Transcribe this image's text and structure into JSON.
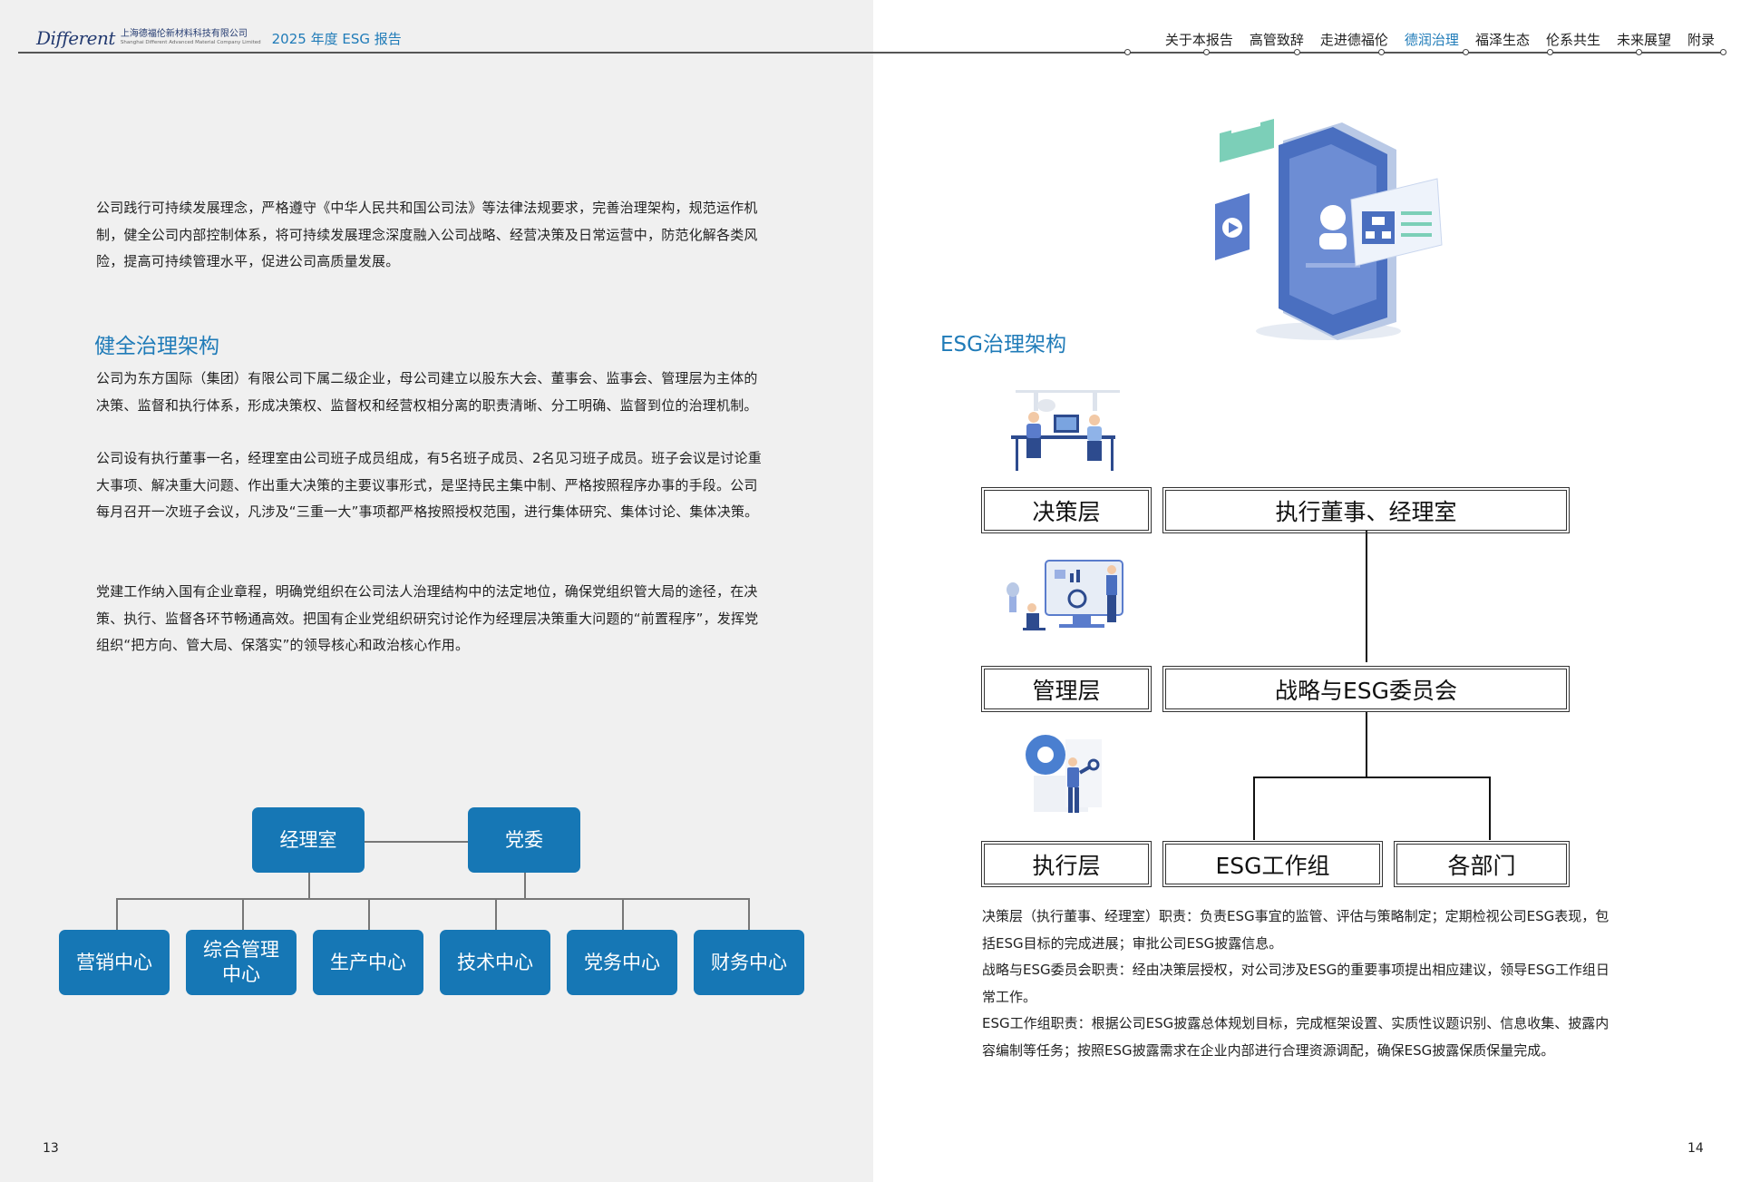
{
  "header": {
    "logo_mark": "Different",
    "company_cn": "上海德福伦新材料科技有限公司",
    "company_en": "Shanghai Different Advanced Material Company Limited",
    "report_title": "2025 年度 ESG 报告",
    "nav": [
      "关于本报告",
      "高管致辞",
      "走进德福伦",
      "德润治理",
      "福泽生态",
      "伦系共生",
      "未来展望",
      "附录"
    ],
    "active_nav": "德润治理"
  },
  "left": {
    "intro": "公司践行可持续发展理念，严格遵守《中华人民共和国公司法》等法律法规要求，完善治理架构，规范运作机制，健全公司内部控制体系，将可持续发展理念深度融入公司战略、经营决策及日常运营中，防范化解各类风险，提高可持续管理水平，促进公司高质量发展。",
    "section_title": "健全治理架构",
    "para1": "公司为东方国际（集团）有限公司下属二级企业，母公司建立以股东大会、董事会、监事会、管理层为主体的决策、监督和执行体系，形成决策权、监督权和经营权相分离的职责清晰、分工明确、监督到位的治理机制。",
    "para2": "公司设有执行董事一名，经理室由公司班子成员组成，有5名班子成员、2名见习班子成员。班子会议是讨论重大事项、解决重大问题、作出重大决策的主要议事形式，是坚持民主集中制、严格按照程序办事的手段。公司每月召开一次班子会议，凡涉及“三重一大”事项都严格按照授权范围，进行集体研究、集体讨论、集体决策。",
    "para3": "党建工作纳入国有企业章程，明确党组织在公司法人治理结构中的法定地位，确保党组织管大局的途径，在决策、执行、监督各环节畅通高效。把国有企业党组织研究讨论作为经理层决策重大问题的“前置程序”，发挥党组织“把方向、管大局、保落实”的领导核心和政治核心作用。",
    "org": {
      "top": [
        "经理室",
        "党委"
      ],
      "centers": [
        "营销中心",
        "综合管理中心",
        "生产中心",
        "技术中心",
        "党务中心",
        "财务中心"
      ]
    },
    "page_number": "13"
  },
  "right": {
    "section_title": "ESG治理架构",
    "levels": [
      {
        "label": "决策层",
        "bodies": [
          "执行董事、经理室"
        ]
      },
      {
        "label": "管理层",
        "bodies": [
          "战略与ESG委员会"
        ]
      },
      {
        "label": "执行层",
        "bodies": [
          "ESG工作组",
          "各部门"
        ]
      }
    ],
    "desc1": "决策层（执行董事、经理室）职责：负责ESG事宜的监管、评估与策略制定；定期检视公司ESG表现，包括ESG目标的完成进展；审批公司ESG披露信息。",
    "desc2": "战略与ESG委员会职责：经由决策层授权，对公司涉及ESG的重要事项提出相应建议，领导ESG工作组日常工作。",
    "desc3": "ESG工作组职责：根据公司ESG披露总体规划目标，完成框架设置、实质性议题识别、信息收集、披露内容编制等任务；按照ESG披露需求在企业内部进行合理资源调配，确保ESG披露保质保量完成。",
    "page_number": "14"
  },
  "colors": {
    "accent": "#1f7bb8",
    "box_blue": "#1677b5",
    "left_bg": "#f0f0f0"
  }
}
